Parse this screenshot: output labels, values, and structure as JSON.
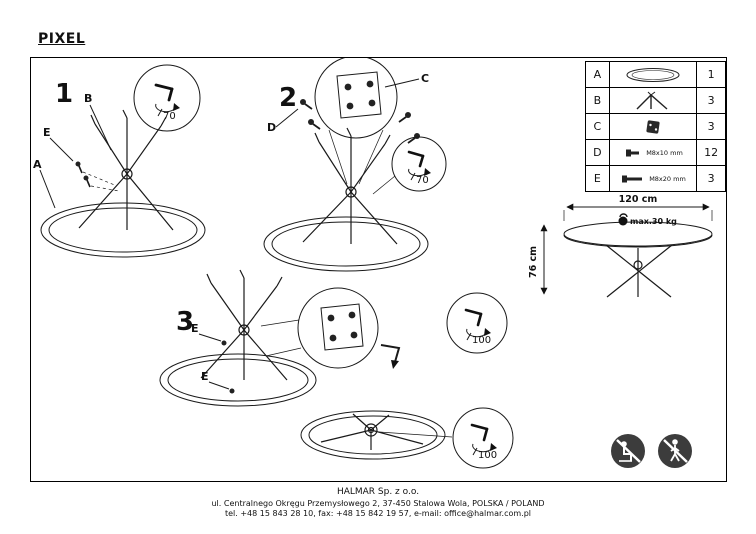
{
  "title": "PIXEL",
  "steps": {
    "s1": {
      "number": "1",
      "torque": "70",
      "label_a": "A",
      "label_b": "B",
      "label_e": "E"
    },
    "s2": {
      "number": "2",
      "torque": "70",
      "label_c": "C",
      "label_d": "D"
    },
    "s3": {
      "number": "3",
      "torque_upper": "100",
      "torque_lower": "100",
      "label_e1": "E",
      "label_e2": "E"
    }
  },
  "parts_table": {
    "rows": [
      {
        "letter": "A",
        "icon": "tabletop-icon",
        "qty": "1"
      },
      {
        "letter": "B",
        "icon": "leg-icon",
        "qty": "3"
      },
      {
        "letter": "C",
        "icon": "bracket-icon",
        "qty": "3"
      },
      {
        "letter": "D",
        "icon": "screw-icon",
        "size": "M8x10 mm",
        "qty": "12"
      },
      {
        "letter": "E",
        "icon": "bolt-icon",
        "size": "M8x20 mm",
        "qty": "3"
      }
    ]
  },
  "product": {
    "width": "120 cm",
    "height": "76 cm",
    "max_load": "max.30 kg"
  },
  "footer": {
    "line1": "HALMAR Sp. z o.o.",
    "line2": "ul. Centralnego Okręgu Przemysłowego 2, 37-450 Stalowa Wola, POLSKA / POLAND",
    "line3": "tel. +48 15 843 28 10, fax: +48 15 842 19 57, e-mail: office@halmar.com.pl"
  }
}
